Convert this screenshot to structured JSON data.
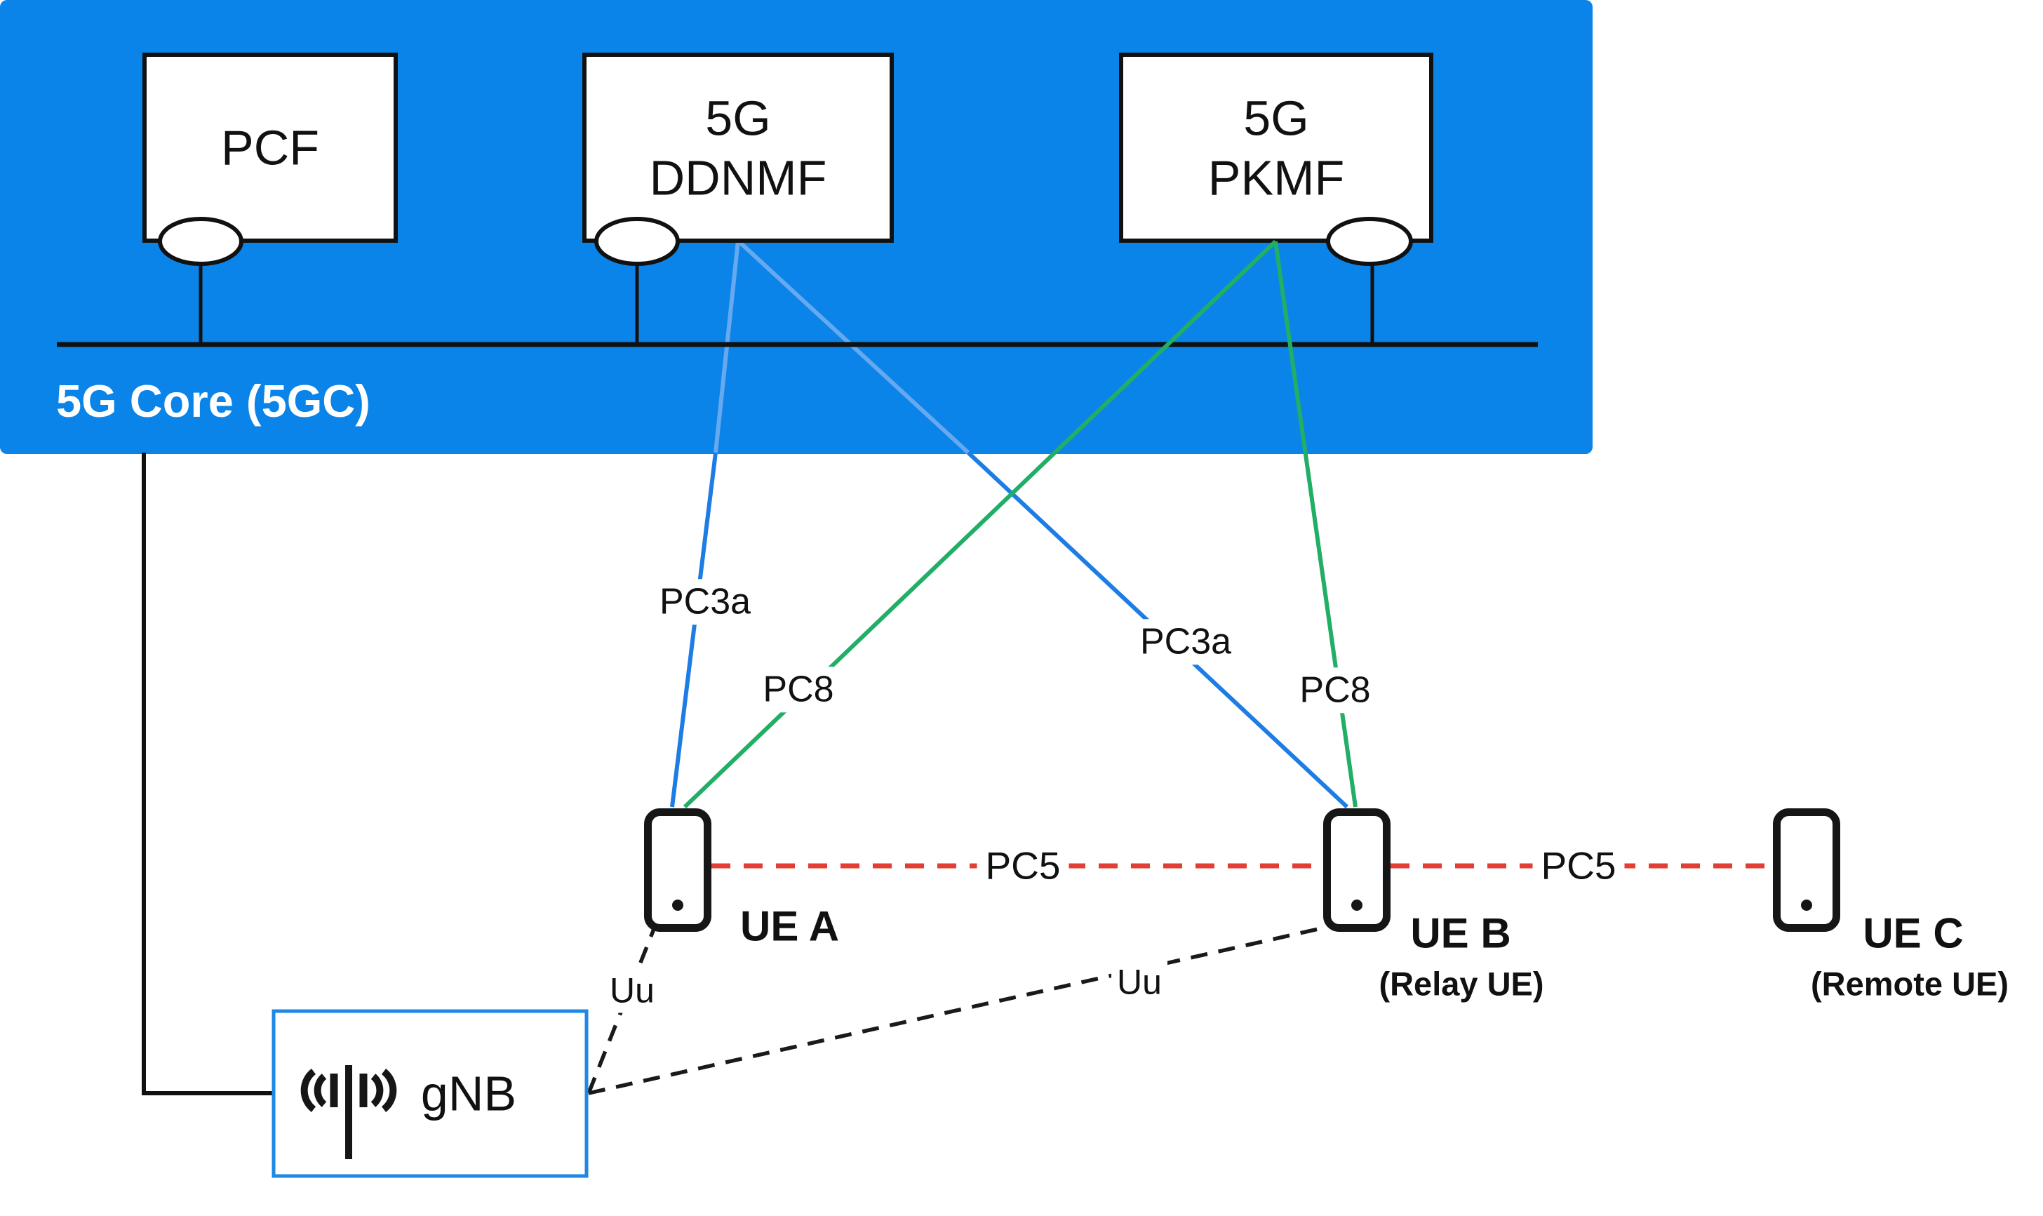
{
  "core": {
    "label": "5G Core (5GC)",
    "nodes": [
      {
        "id": "pcf",
        "lines": [
          "PCF",
          ""
        ]
      },
      {
        "id": "ddnmf",
        "lines": [
          "5G",
          "DDNMF"
        ]
      },
      {
        "id": "pkmf",
        "lines": [
          "5G",
          "PKMF"
        ]
      }
    ]
  },
  "ran": {
    "gnb_label": "gNB",
    "icon": "cell-tower-antenna-icon"
  },
  "ues": [
    {
      "id": "ue_a",
      "name": "UE A",
      "role": "",
      "icon": "smartphone-icon"
    },
    {
      "id": "ue_b",
      "name": "UE B",
      "role": "(Relay UE)",
      "icon": "smartphone-icon"
    },
    {
      "id": "ue_c",
      "name": "UE C",
      "role": "(Remote UE)",
      "icon": "smartphone-icon"
    }
  ],
  "interfaces": {
    "pc3a_left": "PC3a",
    "pc3a_right": "PC3a",
    "pc8_left": "PC8",
    "pc8_right": "PC8",
    "pc5_left": "PC5",
    "pc5_right": "PC5",
    "uu_left": "Uu",
    "uu_right": "Uu"
  },
  "colors": {
    "core_fill": "#0a84e8",
    "node_border": "#111111",
    "bus_line": "#111111",
    "pc3a_line": "#1d7de4",
    "pc3a_line_faded": "#66a9f0",
    "pc8_line": "#21ae66",
    "pc5_line": "#e43d34",
    "uu_line": "#1a1a1a",
    "gnb_border": "#1e88e5",
    "icon_black": "#161616",
    "title_text": "#ffffff"
  }
}
